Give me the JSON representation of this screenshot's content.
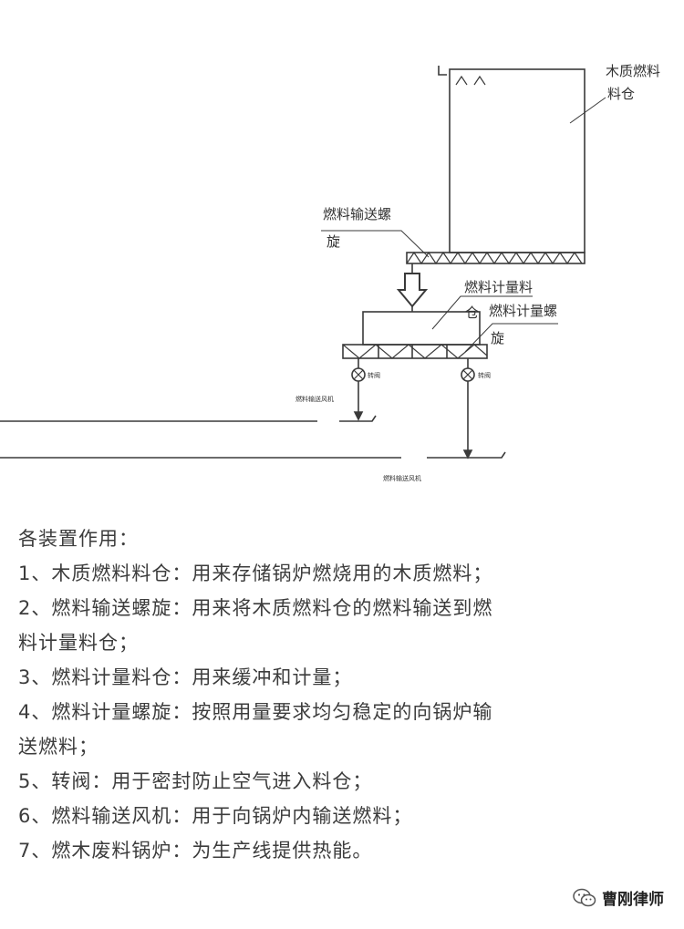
{
  "diagram": {
    "labels": {
      "wood_bin_l1": "木质燃料",
      "wood_bin_l2": "料仓",
      "conveyor_screw_l1": "燃料输送螺",
      "conveyor_screw_l2": "旋",
      "meter_bin_l1": "燃料计量料",
      "meter_bin_l2": "仓",
      "meter_screw_l1": "燃料计量螺",
      "meter_screw_l2": "旋",
      "valve_left": "转阀",
      "valve_right": "转阀",
      "blower_upper": "燃料输送风机",
      "blower_lower": "燃料输送风机"
    }
  },
  "description": {
    "heading": "各装置作用：",
    "lines": [
      "1、木质燃料料仓：用来存储锅炉燃烧用的木质燃料；",
      "2、燃料输送螺旋：用来将木质燃料仓的燃料输送到燃",
      "料计量料仓；",
      "3、燃料计量料仓：用来缓冲和计量；",
      "4、燃料计量螺旋：按照用量要求均匀稳定的向锅炉输",
      "送燃料；",
      "5、转阀：用于密封防止空气进入料仓；",
      "6、燃料输送风机：用于向锅炉内输送燃料；",
      "7、燃木废料锅炉：为生产线提供热能。"
    ]
  },
  "watermark": {
    "text": "曹刚律师",
    "icon": "wechat-icon"
  }
}
